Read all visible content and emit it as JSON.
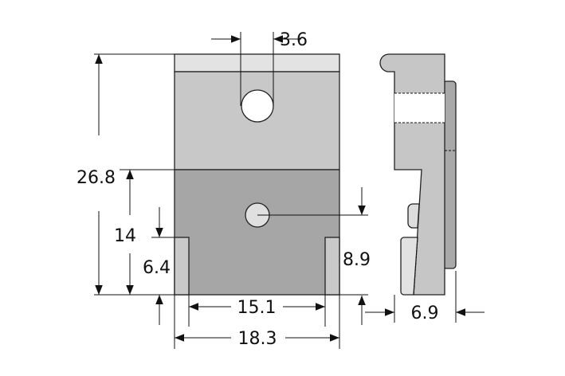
{
  "drawing": {
    "dimensions": {
      "overall_height": "26.8",
      "upper_to_bottom": "14",
      "leg_height": "6.4",
      "slot_width": "3.6",
      "hole_height": "8.9",
      "inner_width": "15.1",
      "overall_width": "18.3",
      "depth": "6.9"
    },
    "colors": {
      "top_band": "#e3e3e3",
      "upper_body": "#c8c8c8",
      "lower_body": "#a6a6a6",
      "legs": "#c9c9c9",
      "back_plate": "#a9a9a9",
      "hole": "#ffffff",
      "small_hole": "#e0e0e0"
    }
  }
}
